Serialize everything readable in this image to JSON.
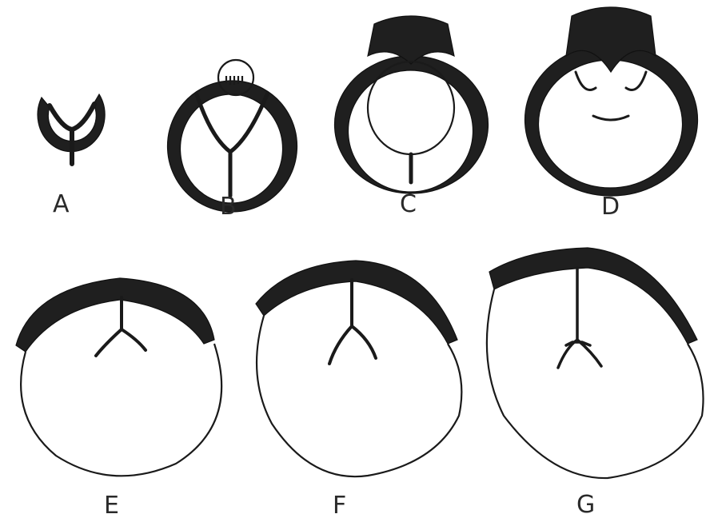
{
  "figure": {
    "labels": {
      "a": "A",
      "b": "B",
      "c": "C",
      "d": "D",
      "e": "E",
      "f": "F",
      "g": "G"
    },
    "ink_color": "#1f1f1f",
    "background": "#ffffff"
  }
}
